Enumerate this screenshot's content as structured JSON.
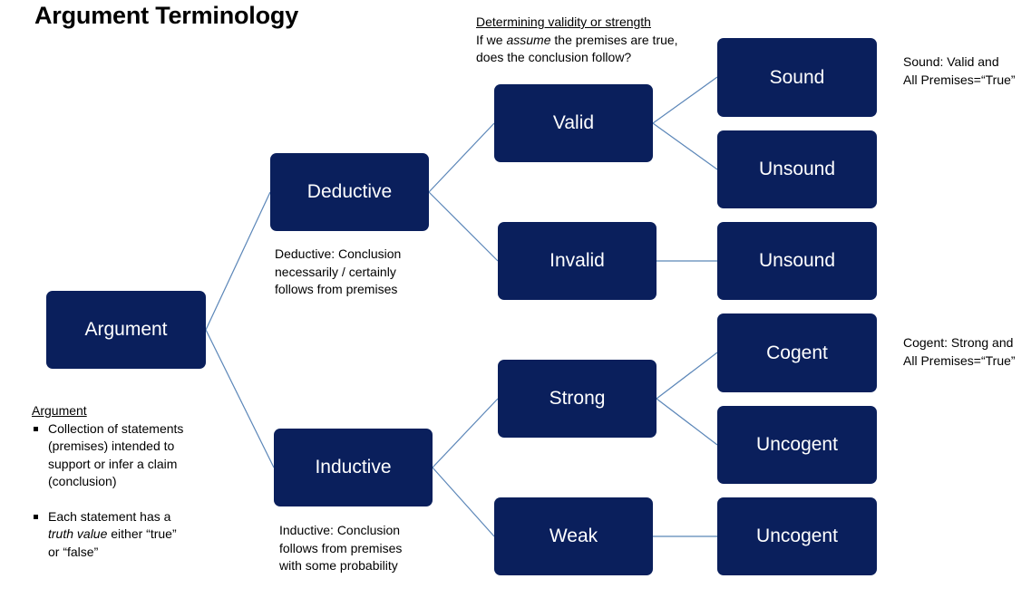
{
  "title": "Argument Terminology",
  "colors": {
    "node_fill": "#0a1f5c",
    "node_text": "#ffffff",
    "link": "#5b86b8"
  },
  "nodes": {
    "argument": "Argument",
    "deductive": "Deductive",
    "inductive": "Inductive",
    "valid": "Valid",
    "invalid": "Invalid",
    "strong": "Strong",
    "weak": "Weak",
    "sound": "Sound",
    "unsound_valid": "Unsound",
    "unsound_invalid": "Unsound",
    "cogent": "Cogent",
    "uncogent_strong": "Uncogent",
    "uncogent_weak": "Uncogent"
  },
  "validity_note": {
    "heading": "Determining validity or strength",
    "line1_pre": "If we ",
    "line1_em": "assume",
    "line1_post": " the premises are true,",
    "line2": "does the conclusion follow?"
  },
  "sound_note": {
    "line1": "Sound:  Valid and",
    "line2": "All Premises=“True”"
  },
  "cogent_note": {
    "line1": "Cogent: Strong and",
    "line2": "All Premises=“True”"
  },
  "deductive_note": {
    "line1": "Deductive: Conclusion",
    "line2": "necessarily / certainly",
    "line3": "follows from premises"
  },
  "inductive_note": {
    "line1": "Inductive: Conclusion",
    "line2": "follows from premises",
    "line3": "with some probability"
  },
  "argument_note": {
    "heading": "Argument",
    "item1_l1": "Collection of statements",
    "item1_l2": "(premises) intended to",
    "item1_l3": "support or infer a claim",
    "item1_l4": "(conclusion)",
    "item2_l1": "Each statement has a",
    "item2_l2_em": "truth value",
    "item2_l2_post": " either “true”",
    "item2_l3": "or “false”"
  }
}
